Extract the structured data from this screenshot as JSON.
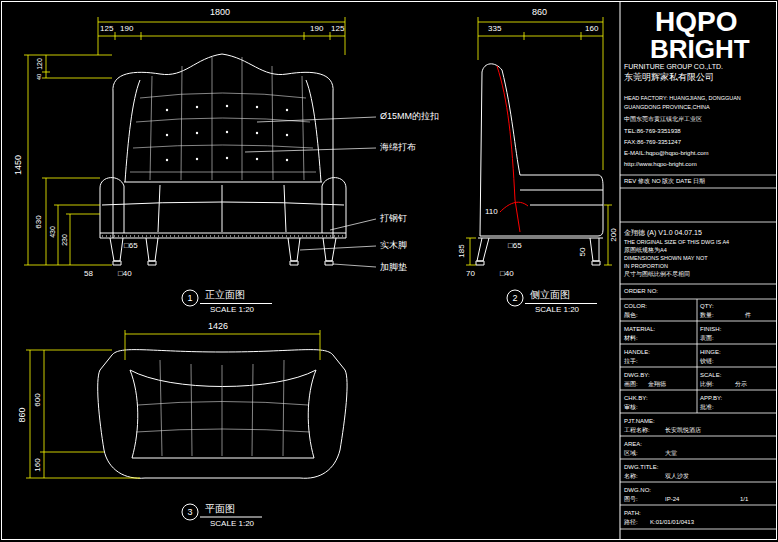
{
  "diagram": {
    "labels": [
      "1800",
      "125",
      "190",
      "190",
      "125",
      "120",
      "40",
      "1450",
      "630",
      "430",
      "230",
      "58",
      "□40",
      "□65",
      "Ø15MM的拉扣",
      "海绵打布",
      "打钢钉",
      "实木脚",
      "加脚垫",
      "1",
      "正立面图",
      "SCALE 1:20",
      "860",
      "335",
      "160",
      "110",
      "185",
      "□65",
      "50",
      "200",
      "70",
      "□40",
      "2",
      "侧立面图",
      "SCALE 1:20",
      "1426",
      "860",
      "600",
      "160",
      "3",
      "平面图",
      "SCALE 1:20",
      "HQPO",
      "BRIGHT",
      "FURNITURE GROUP CO.,LTD.",
      "东莞明辉家私有限公司",
      "HEAD FACTORY: HUANGJIANG, DONGGUAN",
      "GUANGDONG PROVINCE,CHINA",
      "中国东莞市黄江镇北岸工业区",
      "TEL:86-769-3351938",
      "FAX:86-769-3351247",
      "E-MAIL:hqpo@hqpo-bright.com",
      "http://www.hqpo-bright.com",
      "REV 修改 NO 版次 DATE 日期",
      "金翔德 (A) V1.0 04.07.15",
      "THE ORIGINAL SIZE OF THIS DWG IS A4",
      "原图纸规格为A4",
      "DIMENSIONS SHOWN MAY NOT",
      "IN PROPORTION",
      "尺寸与图纸比例不尽相同",
      "ORDER NO:",
      "COLOR:",
      "颜色:",
      "QTY:",
      "数量:",
      "件",
      "MATERIAL:",
      "材料:",
      "FINISH:",
      "表面:",
      "HANDLE:",
      "拉手:",
      "HINGE:",
      "铰链:",
      "DWG.BY:",
      "画图:",
      "金翔德",
      "SCALE:",
      "比例:",
      "分示",
      "CHK.BY:",
      "审核:",
      "APP.BY:",
      "批准:",
      "PJT.NAME:",
      "工程名称:",
      "长安凯悦酒店",
      "AREA:",
      "区域:",
      "大堂",
      "DWG.TITLE:",
      "名称:",
      "双人沙发",
      "DWG.NO:",
      "图号:",
      "IP-24",
      "1/1",
      "PATH:",
      "路径:",
      "K:01/01/01/0413"
    ]
  }
}
